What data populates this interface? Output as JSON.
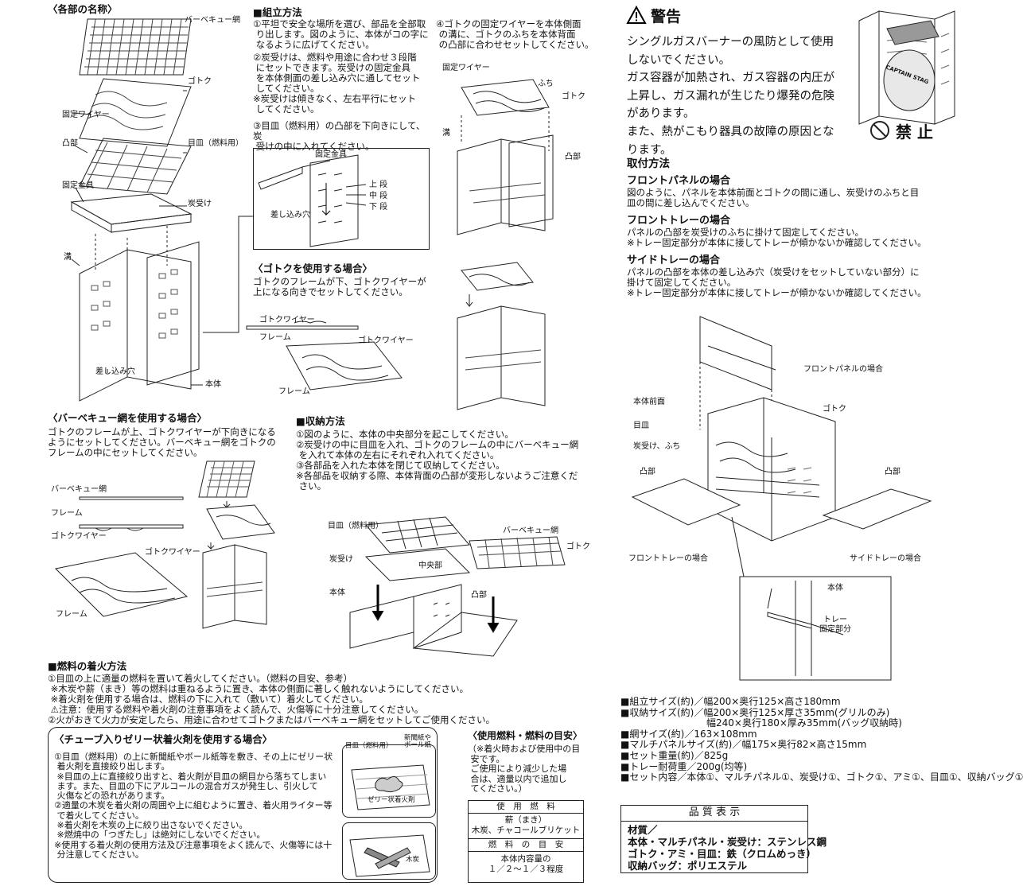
{
  "parts": {
    "heading": "〈各部の名称〉",
    "labels": {
      "bbq_net": "バーベキュー網",
      "gotoku": "ゴトク",
      "fixing_wire": "固定ワイヤー",
      "boss": "凸部",
      "grate": "目皿（燃料用）",
      "bracket": "固定金具",
      "ash_tray": "炭受け",
      "groove": "溝",
      "slot": "差し込み穴",
      "body": "本体"
    }
  },
  "assembly": {
    "heading": "■組立方法",
    "steps": [
      "①平坦で安全な場所を選び、部品を全部取\n り出します。図のように、本体がコの字に\n なるように広げてください。",
      "②炭受けは、燃料や用途に合わせ３段階\n にセットできます。炭受けの固定金具\n を本体側面の差し込み穴に通してセット\n してください。\n※炭受けは傾きなく、左右平行にセット\n してください。",
      "③目皿（燃料用）の凸部を下向きにして、炭\n 受けの中に入れてください。"
    ],
    "detail_labels": {
      "bracket": "固定金具",
      "upper": "上 段",
      "middle": "中 段",
      "lower": "下 段",
      "slot": "差し込み穴"
    },
    "step4": "④ゴトクの固定ワイヤーを本体側面\n の溝に、ゴトクのふちを本体背面\n の凸部に合わせセットしてください。",
    "step4_labels": {
      "fixing_wire": "固定ワイヤー",
      "rim": "ふち",
      "gotoku": "ゴトク",
      "groove": "溝",
      "boss": "凸部"
    }
  },
  "gotoku_use": {
    "heading": "〈ゴトクを使用する場合〉",
    "text": "ゴトクのフレームが下、ゴトクワイヤーが\n上になる向きでセットしてください。",
    "labels": {
      "wire": "ゴトクワイヤー",
      "frame": "フレーム",
      "wire2": "ゴトクワイヤー",
      "frame2": "フレーム"
    }
  },
  "bbq_use": {
    "heading": "〈バーベキュー網を使用する場合〉",
    "text": "ゴトクのフレームが上、ゴトクワイヤーが下向きになる\nようにセットしてください。バーベキュー網をゴトクの\nフレームの中にセットしてください。",
    "labels": {
      "bbq_net": "バーベキュー網",
      "frame": "フレーム",
      "gotoku_wire": "ゴトクワイヤー",
      "gotoku_wire2": "ゴトクワイヤー",
      "frame2": "フレーム"
    }
  },
  "storage": {
    "heading": "■収納方法",
    "text": "①図のように、本体の中央部分を起こしてください。\n②炭受けの中に目皿を入れ、ゴトクのフレームの中にバーベキュー網\n を入れて本体の左右にそれぞれ入れてください。\n③各部品を入れた本体を閉じて収納してください。\n※各部品を収納する際、本体背面の凸部が変形しないようご注意くだ\n さい。",
    "labels": {
      "grate": "目皿（燃料用）",
      "ash_tray": "炭受け",
      "body": "本体",
      "center": "中央部",
      "boss": "凸部",
      "bbq_net": "バーベキュー網",
      "gotoku": "ゴトク"
    }
  },
  "ignition": {
    "heading": "■燃料の着火方法",
    "text": "①目皿の上に適量の燃料を置いて着火してください。（燃料の目安、参考）\n ※木炭や薪（まき）等の燃料は重ねるように置き、本体の側面に著しく触れないようにしてください。\n ※着火剤を使用する場合は、燃料の下に入れて（敷いて）着火してください。\n ⚠注意：使用する燃料や着火剤の注意事項をよく読んで、火傷等に十分注意してください。\n②火がおきて火力が安定したら、用途に合わせてゴトクまたはバーベキュー網をセットしてご使用ください。"
  },
  "gel": {
    "heading": "〈チューブ入りゼリー状着火剤を使用する場合〉",
    "text": "①目皿（燃料用）の上に新聞紙やボール紙等を敷き、その上にゼリー状\n 着火剤を直接絞り出します。\n ※目皿の上に直接絞り出すと、着火剤が目皿の網目から落ちてしまい\n ます。また、目皿の下にアルコールの混合ガスが発生し、引火して\n 火傷などの恐れがあります。\n②適量の木炭を着火剤の周囲や上に組むように置き、着火用ライター等\n で着火してください。\n ※着火剤を木炭の上に絞り出さないでください。\n ※燃焼中の「つぎたし」は絶対にしないでください。\n※使用する着火剤の使用方法及び注意事項をよく読んで、火傷等には十\n 分注意してください。",
    "labels": {
      "grate": "目皿（燃料用）",
      "paper": "新聞紙や\nボール紙",
      "gel": "ゼリー状着火剤",
      "charcoal": "木炭"
    }
  },
  "fuel": {
    "heading": "〈使用燃料・燃料の目安〉",
    "note": "（※着火時および使用中の目\n 安です。\n ご使用により減少した場\n 合は、適量以内で追加し\n てください。）",
    "table": [
      "使　用　燃　料",
      "薪（まき）\n木炭、チャコールブリケット",
      "燃　料　の　目　安",
      "本体内容量の\n１／２〜１／３程度"
    ]
  },
  "warning": {
    "title": "警告",
    "text": "シングルガスバーナーの風防として使用\nしないでください。\nガス容器が加熱され、ガス容器の内圧が\n上昇し、ガス漏れが生じたり爆発の危険\nがあります。\nまた、熱がこもり器具の故障の原因とな\nります。",
    "prohibited": "禁 止",
    "brand": "CAPTAIN STAG"
  },
  "mounting": {
    "heading": "取付方法",
    "items": [
      {
        "title": "フロントパネルの場合",
        "text": "図のように、パネルを本体前面とゴトクの間に通し、炭受けのふちと目\n皿の間に差し込んでください。"
      },
      {
        "title": "フロントトレーの場合",
        "text": "パネルの凸部を炭受けのふちに掛けて固定してください。\n※トレー固定部分が本体に接してトレーが傾かないか確認してください。"
      },
      {
        "title": "サイドトレーの場合",
        "text": "パネルの凸部を本体の差し込み穴（炭受けをセットしていない部分）に\n掛けて固定してください。\n※トレー固定部分が本体に接してトレーが傾かないか確認してください。"
      }
    ],
    "labels": {
      "front_panel": "フロントパネルの場合",
      "body_front": "本体前面",
      "gotoku": "ゴトク",
      "grate": "目皿",
      "ash_rim": "炭受け、ふち",
      "boss_l": "凸部",
      "boss_r": "凸部",
      "front_tray": "フロントトレーの場合",
      "side_tray": "サイドトレーの場合",
      "body": "本体",
      "tray_fix": "トレー\n固定部分"
    }
  },
  "specs": [
    "■組立サイズ(約)／幅200×奥行125×高さ180mm",
    "■収納サイズ(約)／幅200×奥行125×厚さ35mm(グリルのみ)",
    "　　　　　　　　　幅240×奥行180×厚み35mm(バッグ収納時)",
    "■網サイズ(約)／163×108mm",
    "■マルチパネルサイズ(約)／幅175×奥行82×高さ15mm",
    "■セット重量(約)／825g",
    "■トレー耐荷重／200g(均等)",
    "■セット内容／本体①、マルチパネル①、炭受け①、ゴトク①、アミ①、目皿①、収納バッグ①"
  ],
  "quality": {
    "title": "品 質 表 示",
    "lines": [
      "材質／",
      "本体・マルチパネル・炭受け：ステンレス鋼",
      "ゴトク・アミ・目皿：鉄（クロムめっき）",
      "収納バッグ：ポリエステル"
    ]
  }
}
